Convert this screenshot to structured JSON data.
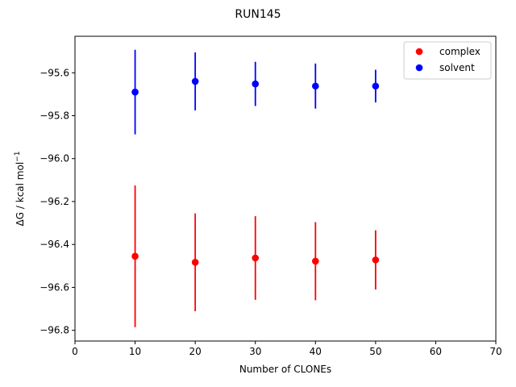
{
  "chart_data": {
    "type": "scatter",
    "title": "RUN145",
    "xlabel": "Number of CLONEs",
    "ylabel_base": "ΔG / kcal mol",
    "ylabel_sup": "−1",
    "xlim": [
      0,
      70
    ],
    "ylim": [
      -96.85,
      -95.43
    ],
    "x_ticks": [
      0,
      10,
      20,
      30,
      40,
      50,
      60,
      70
    ],
    "y_ticks": [
      -96.8,
      -96.6,
      -96.4,
      -96.2,
      -96.0,
      -95.8,
      -95.6
    ],
    "grid": false,
    "legend_position": "top-right",
    "series": [
      {
        "name": "complex",
        "color": "#ff0000",
        "x": [
          10,
          20,
          30,
          40,
          50
        ],
        "y": [
          -96.455,
          -96.483,
          -96.463,
          -96.478,
          -96.472
        ],
        "yerr": [
          0.33,
          0.228,
          0.195,
          0.182,
          0.138
        ]
      },
      {
        "name": "solvent",
        "color": "#0000ff",
        "x": [
          10,
          20,
          30,
          40,
          50
        ],
        "y": [
          -95.69,
          -95.64,
          -95.652,
          -95.662,
          -95.662
        ],
        "yerr": [
          0.197,
          0.135,
          0.103,
          0.105,
          0.076
        ]
      }
    ]
  }
}
